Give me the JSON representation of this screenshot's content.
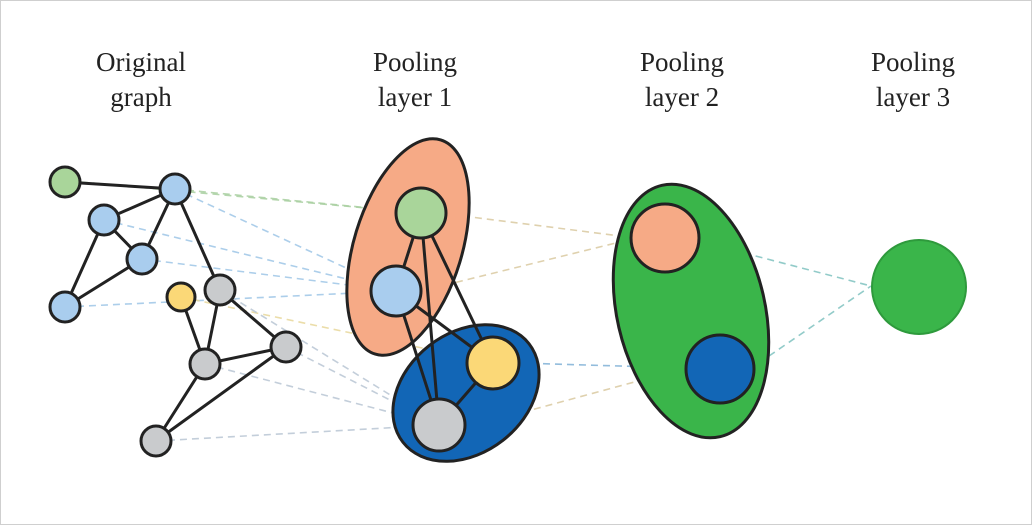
{
  "titles": [
    "Original\ngraph",
    "Pooling\nlayer 1",
    "Pooling\nlayer 2",
    "Pooling\nlayer 3"
  ],
  "colors": {
    "green_node": "#a9d59a",
    "blue_node": "#a9cdee",
    "yellow_node": "#fbd877",
    "gray_node": "#c9cbcd",
    "salmon_cluster": "#f6aa86",
    "salmon_node": "#f6aa86",
    "blue_cluster": "#1266b6",
    "green_cluster": "#3ab54a",
    "blue_dash": "#9ec6e6",
    "yellow_dash": "#e7d79a",
    "teal_dash": "#7fc2c0",
    "gray_dash": "#b9c5d4"
  }
}
